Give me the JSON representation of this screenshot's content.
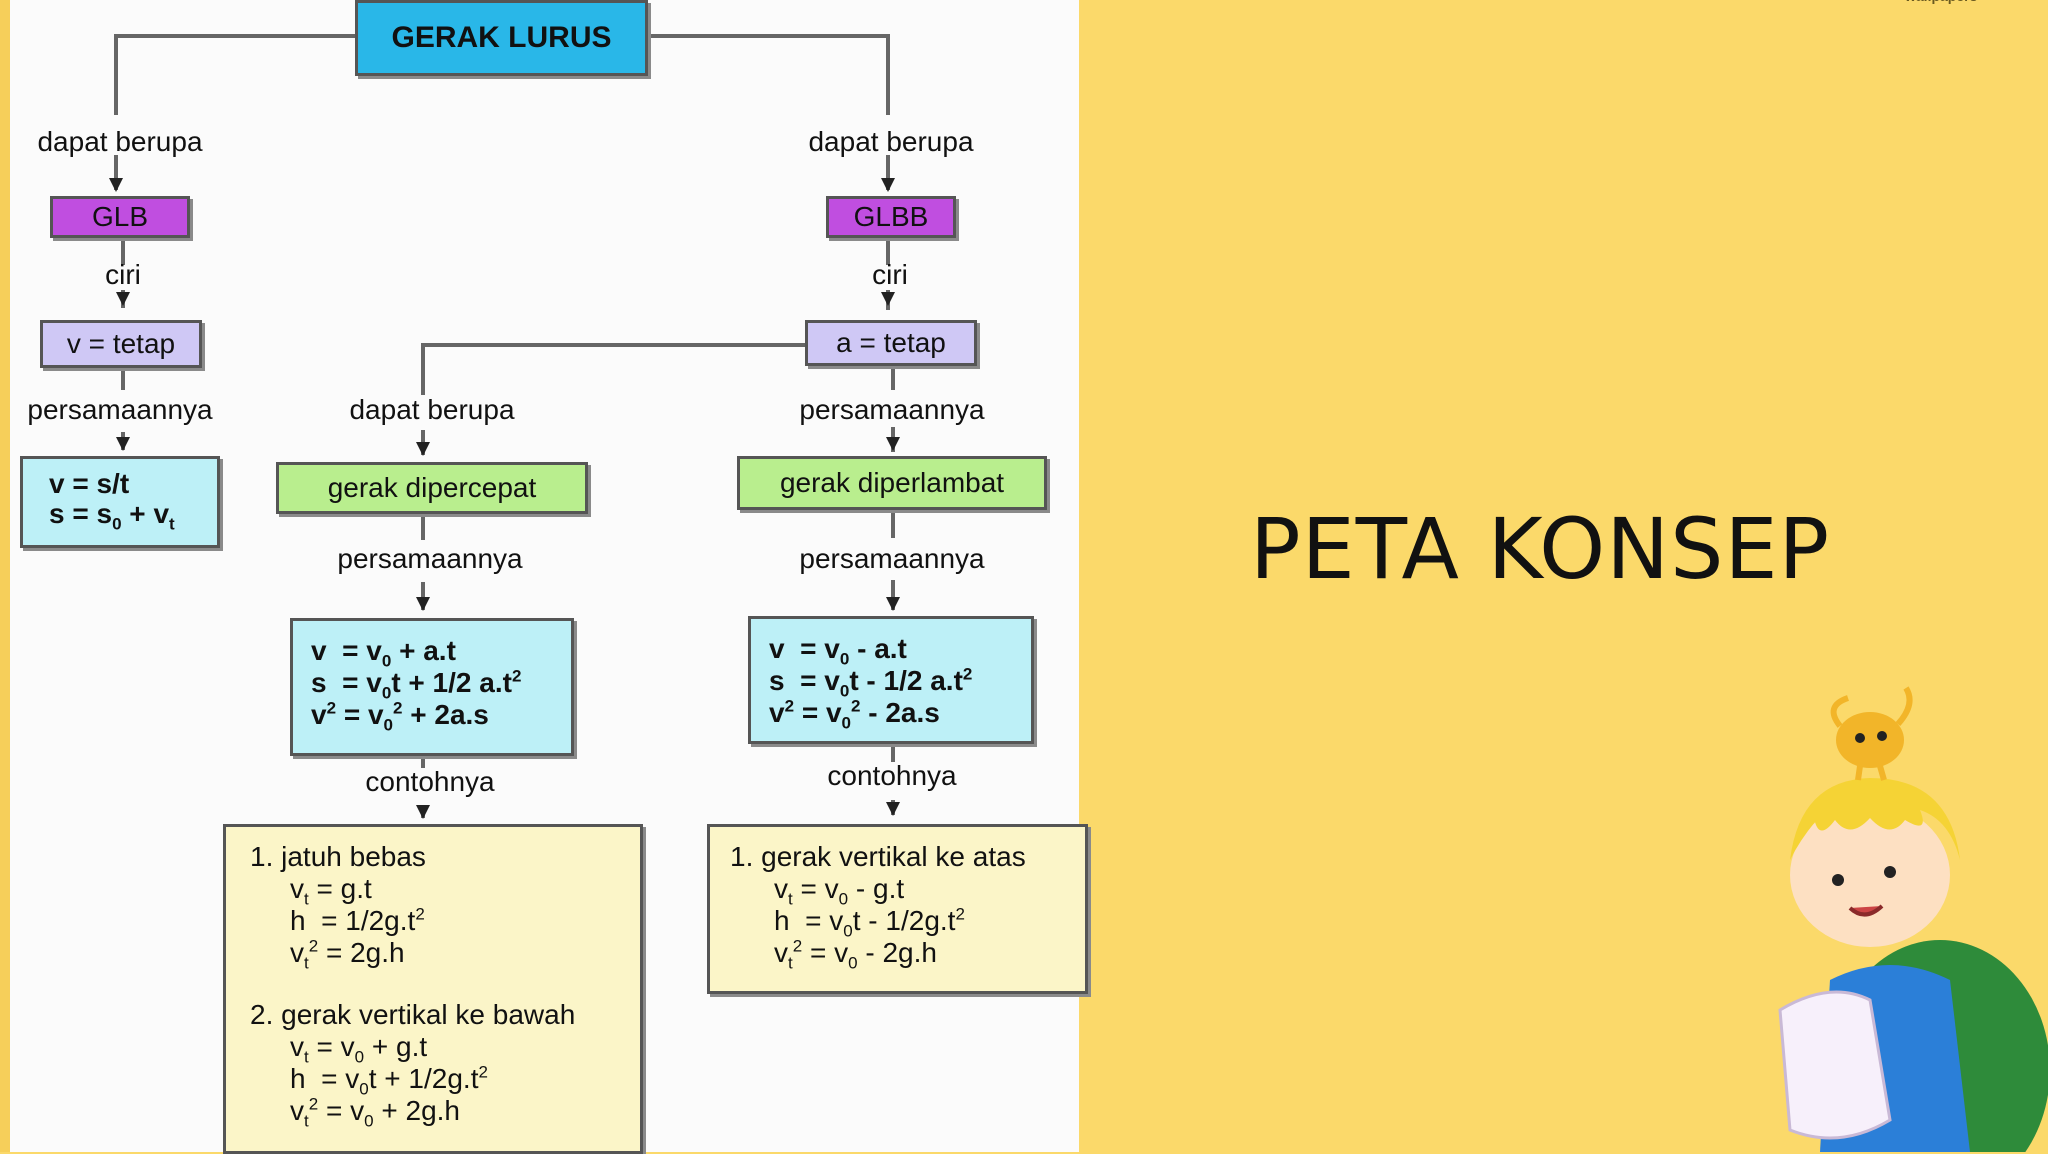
{
  "diagram": {
    "root": "GERAK LURUS",
    "edge_labels": {
      "glb": "dapat berupa",
      "glbb": "dapat berupa",
      "glb_ciri": "ciri",
      "glbb_ciri": "ciri",
      "glb_pers": "persamaannya",
      "dipercepat_branch": "dapat berupa",
      "diperlambat_branch": "persamaannya",
      "dipercepat_pers": "persamaannya",
      "diperlambat_pers": "persamaannya",
      "dipercepat_contoh": "contohnya",
      "diperlambat_contoh": "contohnya"
    },
    "glb": "GLB",
    "glbb": "GLBB",
    "v_tetap": "v = tetap",
    "a_tetap": "a = tetap",
    "glb_equations": [
      "v = s/t",
      "s = s0 + vt"
    ],
    "dipercepat": "gerak dipercepat",
    "diperlambat": "gerak diperlambat",
    "dipercepat_equations": [
      "v = v0 + a.t",
      "s = v0t + 1/2 a.t²",
      "v² = v0² + 2a.s"
    ],
    "diperlambat_equations": [
      "v = v0 - a.t",
      "s = v0t - 1/2 a.t²",
      "v² = v0² - 2a.s"
    ],
    "dipercepat_examples": [
      {
        "title": "1.  jatuh bebas",
        "lines": [
          "vt = g.t",
          "h = 1/2g.t²",
          "vt² = 2g.h"
        ]
      },
      {
        "title": "2. gerak vertikal ke bawah",
        "lines": [
          "vt = v0 + g.t",
          "h = v0t + 1/2g.t²",
          "vt² = v0 + 2g.h"
        ]
      }
    ],
    "diperlambat_examples": [
      {
        "title": "1. gerak vertikal ke atas",
        "lines": [
          "vt = v0 - g.t",
          "h = v0t - 1/2g.t²",
          "vt² = v0 - 2g.h"
        ]
      }
    ]
  },
  "slide": {
    "title": "PETA KONSEP",
    "credit": "wallpapers"
  }
}
